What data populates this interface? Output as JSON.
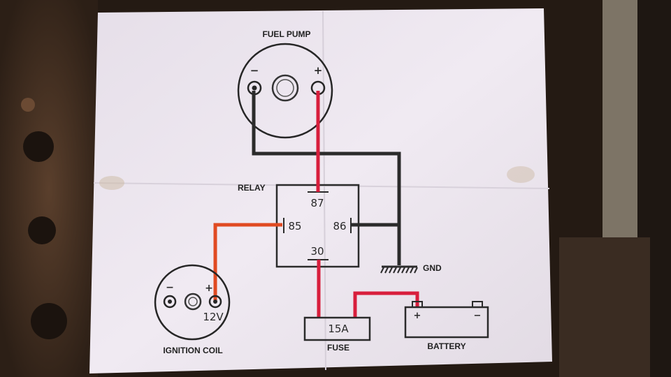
{
  "diagram": {
    "labels": {
      "fuel_pump": "FUEL PUMP",
      "relay": "RELAY",
      "gnd": "GND",
      "ignition_coil": "IGNITION COIL",
      "fuse": "FUSE",
      "battery": "BATTERY"
    },
    "relay_pins": {
      "p87": "87",
      "p85": "85",
      "p86": "86",
      "p30": "30"
    },
    "fuse_rating": "15A",
    "coil_voltage": "12V",
    "polarity": {
      "minus": "−",
      "plus": "+"
    },
    "colors": {
      "wire_power": "#d81e3c",
      "wire_ignition": "#e04a22",
      "wire_ground": "#2b2b2b",
      "paper": "#ece6ef"
    }
  }
}
